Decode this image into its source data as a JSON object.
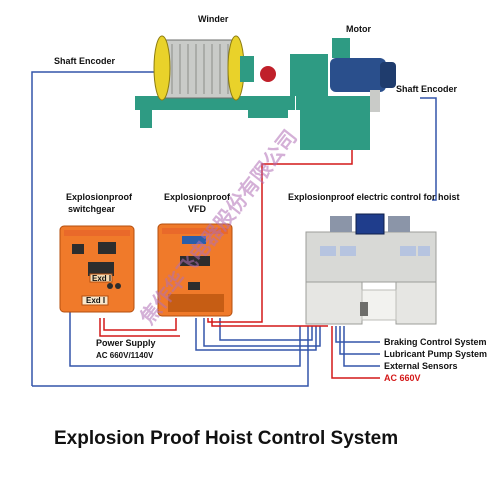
{
  "labels": {
    "winder": "Winder",
    "motor": "Motor",
    "shaft_encoder_left": "Shaft Encoder",
    "shaft_encoder_right": "Shaft Encoder",
    "switchgear_line1": "Explosionproof",
    "switchgear_line2": "switchgear",
    "vfd_line1": "Explosionproof",
    "vfd_line2": "VFD",
    "control_desk": "Explosionproof  electric control for hoist",
    "power_supply": "Power Supply",
    "power_supply_voltage": "AC 660V/1140V",
    "braking": "Braking Control System",
    "lubricant": "Lubricant Pump System",
    "sensors": "External Sensors",
    "ac660": "AC 660V",
    "exd_plate_1": "Exd I",
    "exd_plate_2": "Exd I"
  },
  "title": "Explosion Proof Hoist Control System",
  "watermark": "焦作华飞电器股份有限公司",
  "colors": {
    "wire_blue": "#3355aa",
    "wire_red": "#d41818",
    "cabinet_orange": "#f07a2a",
    "machine_green": "#2e9b83",
    "motor_blue": "#2a4f8c",
    "desk_grey": "#e6e6e3"
  }
}
